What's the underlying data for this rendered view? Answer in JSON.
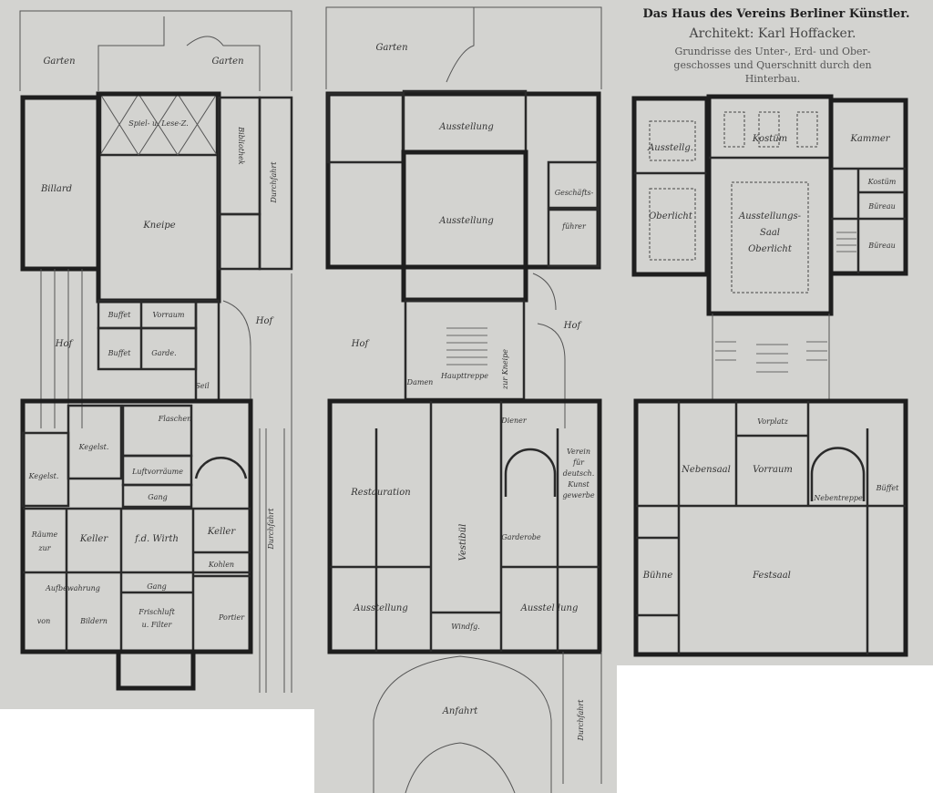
{
  "header": {
    "title": "Das Haus des Vereins Berliner Künstler.",
    "architect": "Architekt: Karl Hoffacker.",
    "caption_lines": [
      "Grundrisse des Unter-, Erd- und Ober-",
      "geschosses und Querschnitt durch den",
      "Hinterbau."
    ]
  },
  "plans": {
    "lower": {
      "labels": [
        "Garten",
        "Garten",
        "Spiel- u. Lese-Z.",
        "Billard",
        "Kneipe",
        "Bibliothek",
        "Durchfahrt",
        "Hof",
        "Hof",
        "Buffet",
        "Vorraum",
        "Buffet",
        "Garde.",
        "Seil",
        "Flaschen",
        "Kegelst.",
        "Kegelst.",
        "Luftvorräume",
        "Gang",
        "Räume",
        "zur",
        "Keller",
        "f.d. Wirth",
        "Keller",
        "Kohlen",
        "Aufbewahrung",
        "von",
        "Bildern",
        "Gang",
        "Frischluft",
        "u. Filter",
        "Portier",
        "Durchfahrt"
      ]
    },
    "ground": {
      "labels": [
        "Garten",
        "Ausstellung",
        "Ausstellung",
        "Geschäfts-",
        "führer",
        "Hof",
        "Hof",
        "Damen",
        "Haupttreppe",
        "zur Kneipe",
        "Diener",
        "Restauration",
        "Vestibül",
        "Verein",
        "für",
        "deutsch.",
        "Kunst",
        "gewerbe",
        "Garderobe",
        "Ausstellung",
        "Ausstel lung",
        "Windfg.",
        "Anfahrt",
        "Durchfahrt"
      ]
    },
    "upper": {
      "labels": [
        "Ausstellg.",
        "Kostüm",
        "Kammer",
        "Kostüm",
        "Büreau",
        "Büreau",
        "Oberlicht",
        "Ausstellungs-",
        "Saal",
        "Oberlicht",
        "Vorplatz",
        "Nebensaal",
        "Vorraum",
        "Nebentreppe",
        "Büffet",
        "Bühne",
        "Festsaal"
      ]
    }
  }
}
